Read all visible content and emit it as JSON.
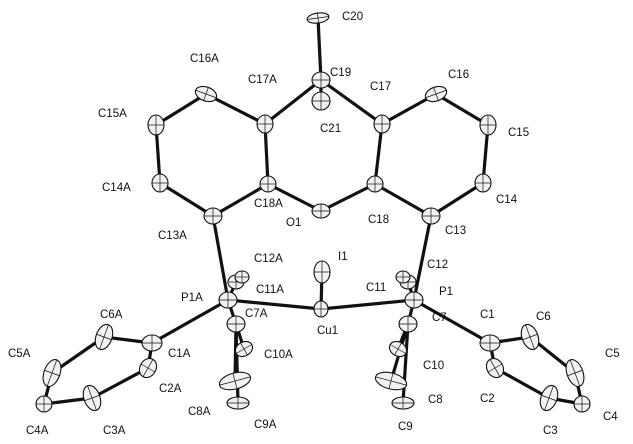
{
  "structure": {
    "atoms": [
      {
        "id": "C20",
        "label": "C20"
      },
      {
        "id": "C19",
        "label": "C19"
      },
      {
        "id": "C21",
        "label": "C21"
      },
      {
        "id": "C17",
        "label": "C17"
      },
      {
        "id": "C17A",
        "label": "C17A"
      },
      {
        "id": "C16",
        "label": "C16"
      },
      {
        "id": "C16A",
        "label": "C16A"
      },
      {
        "id": "C15",
        "label": "C15"
      },
      {
        "id": "C15A",
        "label": "C15A"
      },
      {
        "id": "C14",
        "label": "C14"
      },
      {
        "id": "C14A",
        "label": "C14A"
      },
      {
        "id": "C18",
        "label": "C18"
      },
      {
        "id": "C18A",
        "label": "C18A"
      },
      {
        "id": "O1",
        "label": "O1"
      },
      {
        "id": "C13",
        "label": "C13"
      },
      {
        "id": "C13A",
        "label": "C13A"
      },
      {
        "id": "I1",
        "label": "I1"
      },
      {
        "id": "Cu1",
        "label": "Cu1"
      },
      {
        "id": "P1",
        "label": "P1"
      },
      {
        "id": "P1A",
        "label": "P1A"
      },
      {
        "id": "C11",
        "label": "C11"
      },
      {
        "id": "C11A",
        "label": "C11A"
      },
      {
        "id": "C12",
        "label": "C12"
      },
      {
        "id": "C12A",
        "label": "C12A"
      },
      {
        "id": "C7",
        "label": "C7"
      },
      {
        "id": "C7A",
        "label": "C7A"
      },
      {
        "id": "C10",
        "label": "C10"
      },
      {
        "id": "C10A",
        "label": "C10A"
      },
      {
        "id": "C8",
        "label": "C8"
      },
      {
        "id": "C8A",
        "label": "C8A"
      },
      {
        "id": "C9",
        "label": "C9"
      },
      {
        "id": "C9A",
        "label": "C9A"
      },
      {
        "id": "C1",
        "label": "C1"
      },
      {
        "id": "C1A",
        "label": "C1A"
      },
      {
        "id": "C2",
        "label": "C2"
      },
      {
        "id": "C2A",
        "label": "C2A"
      },
      {
        "id": "C3",
        "label": "C3"
      },
      {
        "id": "C3A",
        "label": "C3A"
      },
      {
        "id": "C4",
        "label": "C4"
      },
      {
        "id": "C4A",
        "label": "C4A"
      },
      {
        "id": "C5",
        "label": "C5"
      },
      {
        "id": "C5A",
        "label": "C5A"
      },
      {
        "id": "C6",
        "label": "C6"
      },
      {
        "id": "C6A",
        "label": "C6A"
      }
    ],
    "bonds": [
      [
        "C20",
        "C19"
      ],
      [
        "C19",
        "C21"
      ],
      [
        "C19",
        "C17"
      ],
      [
        "C19",
        "C17A"
      ],
      [
        "C17",
        "C16"
      ],
      [
        "C16",
        "C15"
      ],
      [
        "C15",
        "C14"
      ],
      [
        "C14",
        "C13"
      ],
      [
        "C13",
        "C18"
      ],
      [
        "C18",
        "C17"
      ],
      [
        "C17A",
        "C16A"
      ],
      [
        "C16A",
        "C15A"
      ],
      [
        "C15A",
        "C14A"
      ],
      [
        "C14A",
        "C13A"
      ],
      [
        "C13A",
        "C18A"
      ],
      [
        "C18A",
        "C17A"
      ],
      [
        "C18",
        "O1"
      ],
      [
        "O1",
        "C18A"
      ],
      [
        "C13",
        "P1"
      ],
      [
        "C13A",
        "P1A"
      ],
      [
        "P1",
        "Cu1"
      ],
      [
        "P1A",
        "Cu1"
      ],
      [
        "Cu1",
        "I1"
      ],
      [
        "P1",
        "C11"
      ],
      [
        "P1",
        "C7"
      ],
      [
        "P1",
        "C1"
      ],
      [
        "P1A",
        "C11A"
      ],
      [
        "P1A",
        "C7A"
      ],
      [
        "P1A",
        "C1A"
      ],
      [
        "C7",
        "C10"
      ],
      [
        "C7",
        "C8"
      ],
      [
        "C7",
        "C9"
      ],
      [
        "C7A",
        "C10A"
      ],
      [
        "C7A",
        "C8A"
      ],
      [
        "C7A",
        "C9A"
      ],
      [
        "C1",
        "C2"
      ],
      [
        "C2",
        "C3"
      ],
      [
        "C3",
        "C4"
      ],
      [
        "C4",
        "C5"
      ],
      [
        "C5",
        "C6"
      ],
      [
        "C6",
        "C1"
      ],
      [
        "C1A",
        "C2A"
      ],
      [
        "C2A",
        "C3A"
      ],
      [
        "C3A",
        "C4A"
      ],
      [
        "C4A",
        "C5A"
      ],
      [
        "C5A",
        "C6A"
      ],
      [
        "C6A",
        "C1A"
      ]
    ]
  }
}
